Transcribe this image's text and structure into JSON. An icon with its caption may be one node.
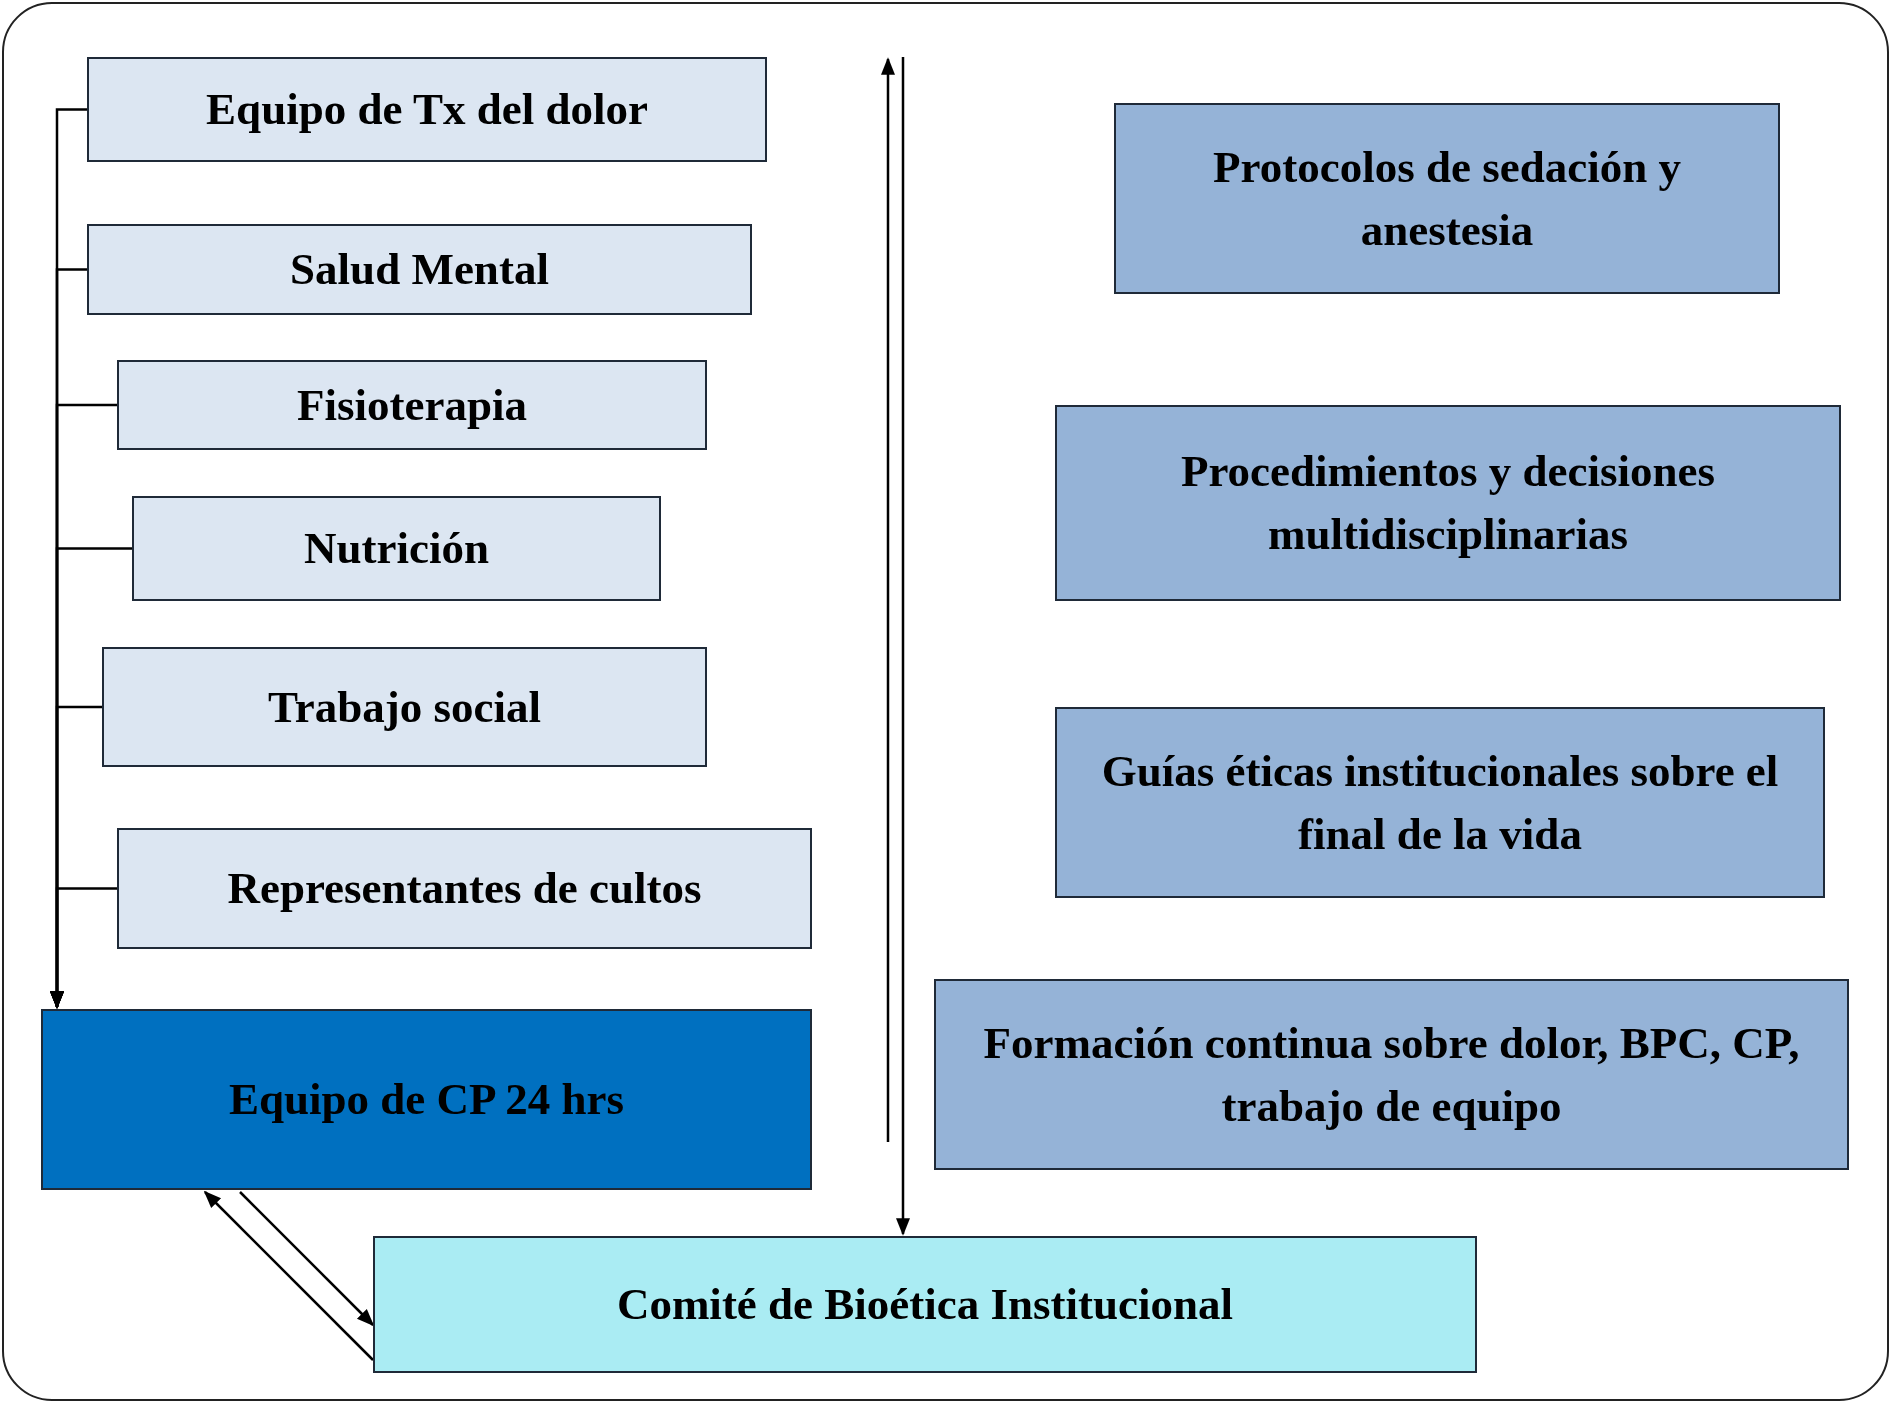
{
  "diagram": {
    "nodes": [
      {
        "text": [
          "Equipo de Tx del dolor"
        ]
      },
      {
        "text": [
          "Salud Mental"
        ]
      },
      {
        "text": [
          "Fisioterapia"
        ]
      },
      {
        "text": [
          "Nutrición"
        ]
      },
      {
        "text": [
          "Trabajo social"
        ]
      },
      {
        "text": [
          "Representantes de cultos"
        ]
      },
      {
        "text": [
          "Equipo de CP 24 hrs"
        ]
      },
      {
        "text": [
          "Protocolos de sedación y anestesia"
        ]
      },
      {
        "text": [
          "Procedimientos y decisiones multidisciplinarias"
        ]
      },
      {
        "text": [
          "Guías éticas institucionales sobre el final de la vida"
        ]
      },
      {
        "text": [
          "Formación continua sobre dolor, BPC, CP, trabajo de equipo"
        ]
      },
      {
        "text": [
          "Comité de Bioética Institucional"
        ]
      }
    ],
    "edges": [
      {
        "from": 0,
        "to": 6,
        "arrow": "to"
      },
      {
        "from": 1,
        "to": 6,
        "arrow": "to"
      },
      {
        "from": 2,
        "to": 6,
        "arrow": "to"
      },
      {
        "from": 3,
        "to": 6,
        "arrow": "to"
      },
      {
        "from": 4,
        "to": 6,
        "arrow": "to"
      },
      {
        "from": 5,
        "to": 6,
        "arrow": "to"
      },
      {
        "from": null,
        "to": 11,
        "arrow": "to"
      },
      {
        "from": 11,
        "to": 6,
        "arrow": "to"
      },
      {
        "from": 6,
        "to": 11,
        "arrow": "to"
      }
    ]
  }
}
